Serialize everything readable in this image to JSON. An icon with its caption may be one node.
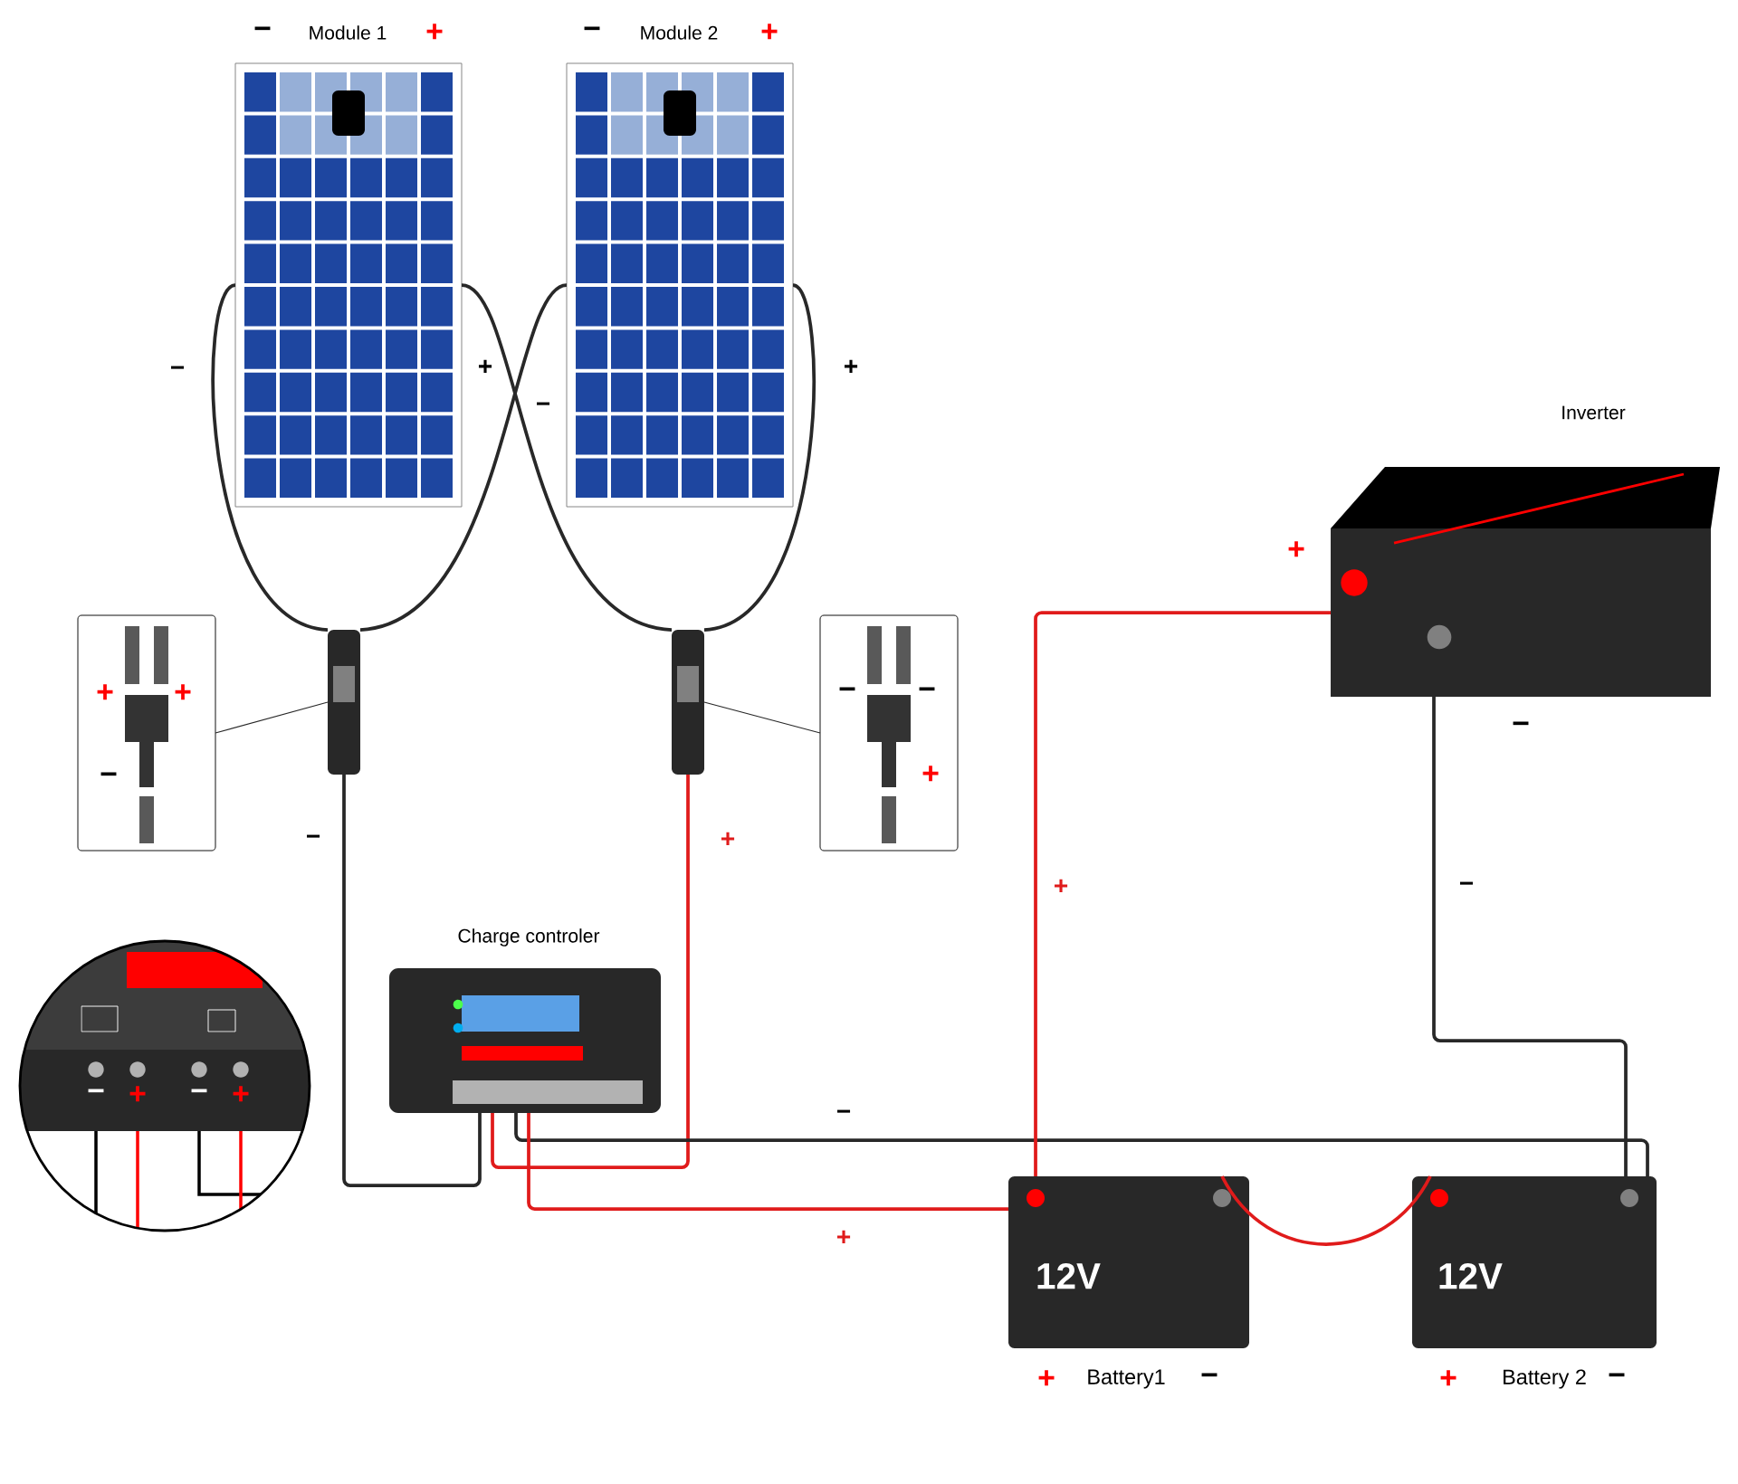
{
  "diagram": {
    "nodes": [
      {
        "text": [
          "Module 1"
        ],
        "beside": [
          "−",
          "+"
        ]
      },
      {
        "text": [
          "Module 2"
        ],
        "beside": [
          "−",
          "+"
        ]
      },
      {
        "text": [],
        "shape": "picture"
      },
      {
        "text": [],
        "shape": "picture"
      },
      {
        "text": [
          "Charge controler"
        ]
      },
      {
        "text": [
          "Inverter"
        ],
        "beside": [
          "+",
          "−"
        ]
      },
      {
        "text": [
          "12V"
        ],
        "beside": [
          "+",
          "Battery1",
          "−"
        ]
      },
      {
        "text": [
          "12V"
        ],
        "beside": [
          "+",
          "Battery 2",
          "−"
        ]
      },
      {
        "text": [
          "+",
          "+",
          "−"
        ]
      },
      {
        "text": [
          "−",
          "−",
          "+"
        ]
      },
      {
        "text": [
          "−",
          "+",
          "−",
          "+"
        ]
      }
    ],
    "edges": [
      {
        "from": 0,
        "to": 2,
        "arrow": "none",
        "label": "−"
      },
      {
        "from": 1,
        "to": 2,
        "arrow": "none",
        "label": "−"
      },
      {
        "from": 0,
        "to": 3,
        "arrow": "none",
        "label": "+"
      },
      {
        "from": 1,
        "to": 3,
        "arrow": "none",
        "label": "+"
      },
      {
        "from": 2,
        "to": 4,
        "arrow": "none",
        "label": "−"
      },
      {
        "from": 3,
        "to": 4,
        "arrow": "none",
        "label": "+",
        "color": "#e01b1b"
      },
      {
        "from": 4,
        "to": 7,
        "arrow": "none",
        "label": "−"
      },
      {
        "from": 4,
        "to": 6,
        "arrow": "none",
        "label": "+",
        "color": "#e01b1b"
      },
      {
        "from": 5,
        "to": 6,
        "arrow": "none",
        "label": "+",
        "color": "#e01b1b"
      },
      {
        "from": 5,
        "to": 7,
        "arrow": "none",
        "label": "−"
      },
      {
        "from": 6,
        "to": 7,
        "arrow": "none",
        "color": "#e01b1b"
      },
      {
        "from": 8,
        "to": 2,
        "arrow": "none"
      },
      {
        "from": 9,
        "to": 3,
        "arrow": "none"
      }
    ]
  }
}
